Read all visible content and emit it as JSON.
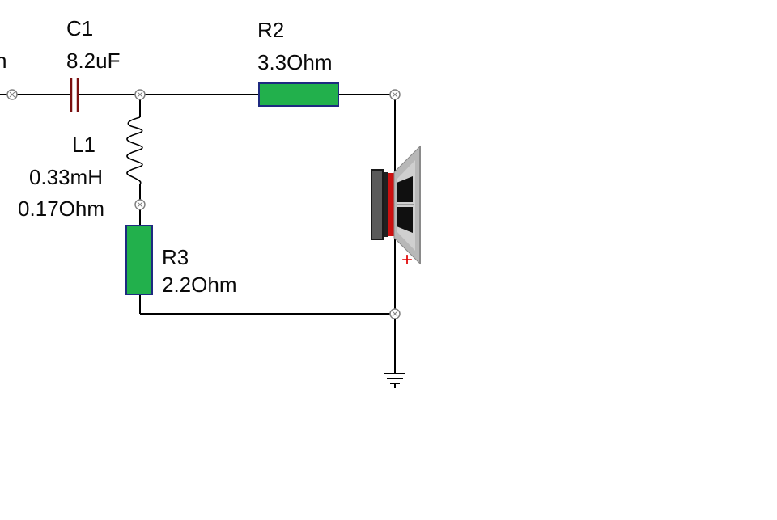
{
  "colors": {
    "wire": "#000000",
    "resistor_fill": "#22b04c",
    "resistor_border": "#1e2a80",
    "capacitor": "#7a1010",
    "node": "#808080",
    "speaker_grey": "#9a9a9a",
    "speaker_red": "#cc1111",
    "polarity": "#e00000"
  },
  "components": {
    "c1": {
      "name": "C1",
      "value": "8.2uF"
    },
    "r2": {
      "name": "R2",
      "value": "3.3Ohm"
    },
    "l1": {
      "name": "L1",
      "value": "0.33mH",
      "resistance": "0.17Ohm"
    },
    "r3": {
      "name": "R3",
      "value": "2.2Ohm"
    },
    "left_cut_label": "n"
  },
  "speaker": {
    "polarity_mark": "+"
  },
  "icons": [
    "node-icon",
    "capacitor-icon",
    "resistor-icon",
    "inductor-icon",
    "speaker-icon",
    "ground-icon"
  ]
}
